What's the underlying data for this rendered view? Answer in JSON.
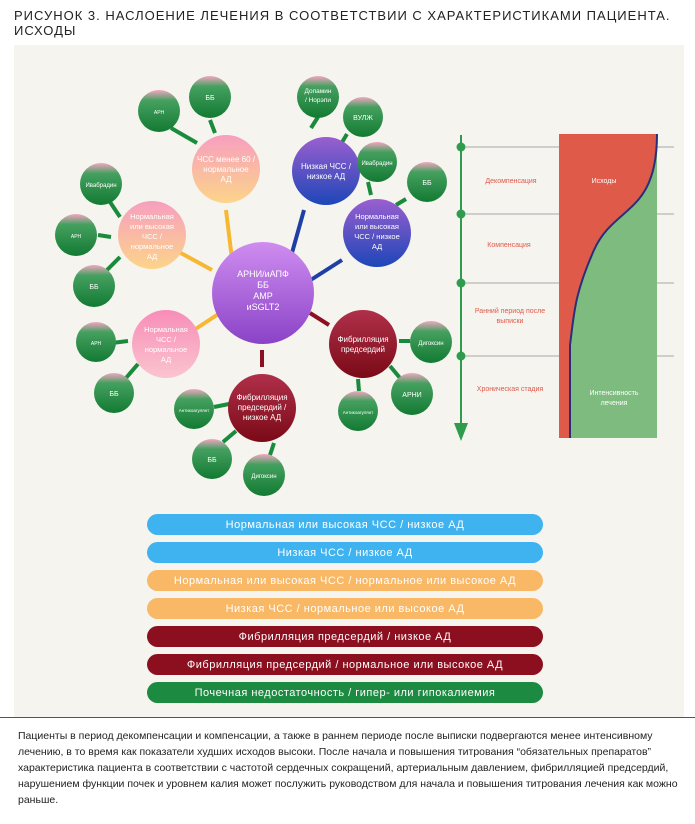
{
  "title": "РИСУНОК 3. НАСЛОЕНИЕ ЛЕЧЕНИЯ В СООТВЕТСТВИИ С ХАРАКТЕРИСТИКАМИ ПАЦИЕНТА. ИСХОДЫ",
  "colors": {
    "purple": "#9b59d0",
    "pink": "#f7a1c0",
    "peach": "#fbc98b",
    "blue": "#2e4fc0",
    "wine": "#8b1022",
    "green": "#1a8a3c",
    "red": "#e05a4a",
    "lightgreen": "#7dbb7f",
    "bar_blue": "#3fb2f0",
    "bar_orange": "#f8b865",
    "bar_wine": "#8b0f1f",
    "bar_green": "#1d8a42"
  },
  "center": {
    "lines": [
      "АРНИ/иАПФ",
      "ББ",
      "АМР",
      "иSGLT2"
    ]
  },
  "groups": [
    {
      "key": "lowhr_normal",
      "lines": [
        "ЧСС менее 60 /",
        "нормальное",
        "АД"
      ],
      "sats": [
        [
          "АРН"
        ],
        [
          "ББ"
        ]
      ]
    },
    {
      "key": "lowhr_low",
      "lines": [
        "Низкая ЧСС /",
        "низкое АД"
      ],
      "sats": [
        [
          "Допамин",
          "/ Норэпи"
        ],
        [
          "ВУЛЖ"
        ]
      ]
    },
    {
      "key": "normhr_low",
      "lines": [
        "Нормальная",
        "или высокая",
        "ЧСС / низкое",
        "АД"
      ],
      "sats": [
        [
          "Ивабрадин"
        ],
        [
          "ББ"
        ]
      ]
    },
    {
      "key": "normhr_normal",
      "lines": [
        "Нормальная",
        "или высокая",
        "ЧСС /",
        "нормальное",
        "АД"
      ],
      "sats": [
        [
          "Ивабрадин"
        ],
        [
          "АРН"
        ],
        [
          "ББ"
        ]
      ]
    },
    {
      "key": "normal_hr",
      "lines": [
        "Нормальная",
        "ЧСС /",
        "нормальное",
        "АД"
      ],
      "sats": [
        [
          "АРН"
        ],
        [
          "ББ"
        ]
      ]
    },
    {
      "key": "af_low",
      "lines": [
        "Фибрилляция",
        "предсердий /",
        "низкое АД"
      ],
      "sats": [
        [
          "Антикоагулянт"
        ],
        [
          "ББ"
        ],
        [
          "Дигоксин"
        ]
      ]
    },
    {
      "key": "af_normal",
      "lines": [
        "Фибрилляция",
        "предсердий"
      ],
      "sats": [
        [
          "Дигоксин"
        ],
        [
          "АРНИ"
        ],
        [
          "Антикоагулянт"
        ]
      ]
    }
  ],
  "timeline": {
    "stages": [
      "Декомпенсация",
      "Компенсация",
      "Ранний период после",
      "выписки",
      "Хроническая стадия"
    ],
    "outcomes_label": "Исходы",
    "intensity_label": [
      "Интенсивность",
      "лечения"
    ]
  },
  "legend": [
    {
      "label": "Нормальная или высокая ЧСС / низкое АД",
      "color": "#3fb2f0",
      "text_color": "#ffffff"
    },
    {
      "label": "Низкая ЧСС / низкое АД",
      "color": "#3fb2f0",
      "text_color": "#ffffff"
    },
    {
      "label": "Нормальная или высокая ЧСС / нормальное или высокое АД",
      "color": "#f8b865",
      "text_color": "#ffffff"
    },
    {
      "label": "Низкая ЧСС / нормальное или высокое АД",
      "color": "#f8b865",
      "text_color": "#ffffff"
    },
    {
      "label": "Фибрилляция предсердий / низкое АД",
      "color": "#8b0f1f",
      "text_color": "#ffffff"
    },
    {
      "label": "Фибрилляция предсердий / нормальное или высокое АД",
      "color": "#8b0f1f",
      "text_color": "#ffffff"
    },
    {
      "label": "Почечная недостаточность / гипер- или гипокалиемия",
      "color": "#1d8a42",
      "text_color": "#ffffff"
    }
  ],
  "caption": "Пациенты в период декомпенсации и компенсации, а также в раннем периоде после выписки подвергаются менее интенсивному лечению, в то время как показатели худших исходов высоки. После начала и повышения титрования “обязательных препаратов” характеристика пациента в соответствии с частотой сердечных сокращений, артериальным давлением, фибрилляцией предсердий, нарушением функции почек и уровнем калия может послужить руководством для начала и повышения титрования лечения как можно раньше."
}
